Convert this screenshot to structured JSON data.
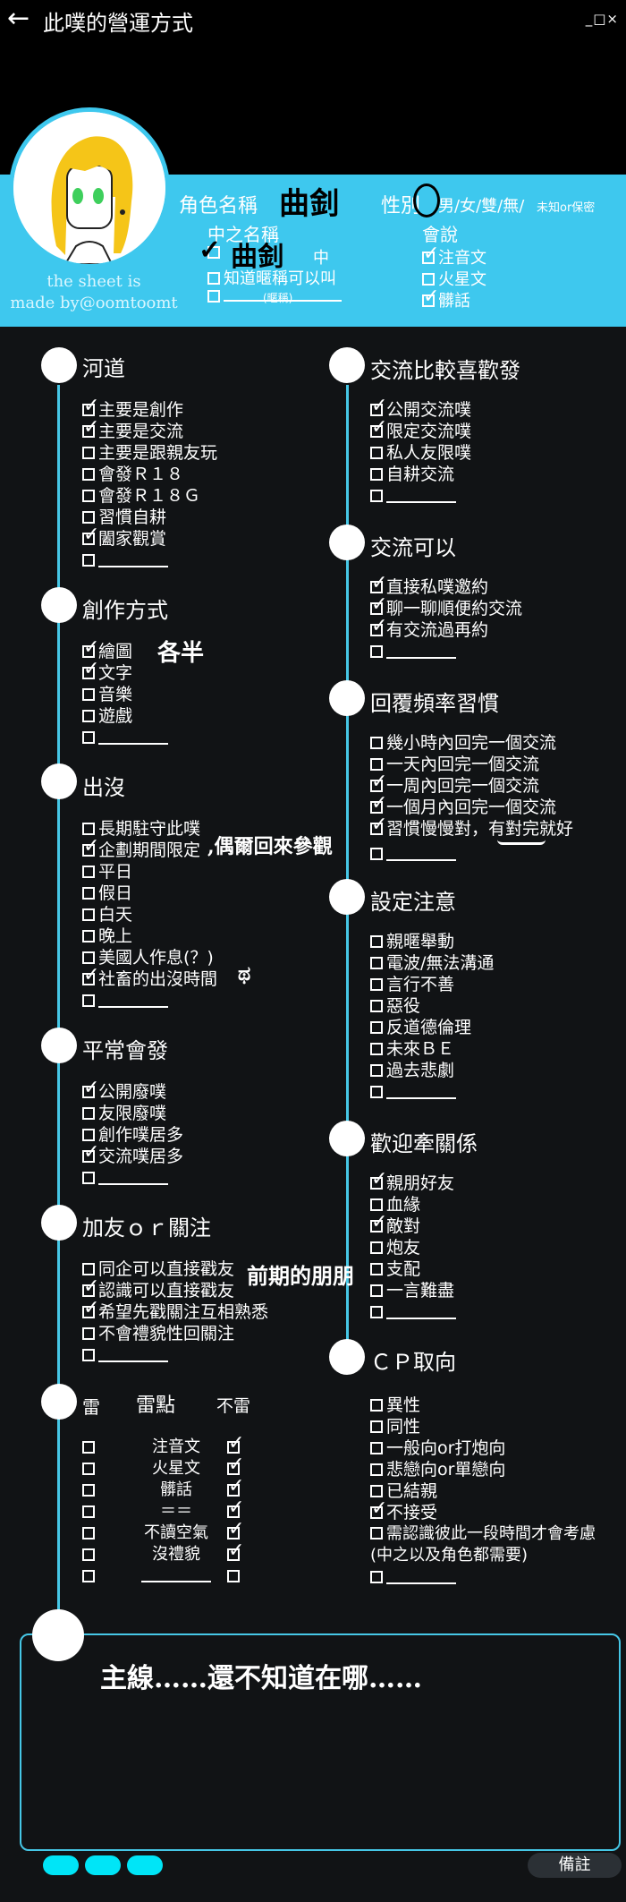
{
  "header": {
    "back_icon": "←",
    "title": "此噗的營運方式",
    "window_controls": "_□×"
  },
  "profile": {
    "credit_line1": "the sheet is",
    "credit_line2": "made by@oomtoomt",
    "char_name_label": "角色名稱",
    "char_name_value": "曲釗",
    "gender_label": "性別",
    "gender_options": "男/女/雙/無/",
    "gender_extra": "未知or保密",
    "zh_name_label": "中之名稱",
    "zh_name_value": "曲釗",
    "zh_name_mid": "中",
    "nickname_option": "知道暱稱可以叫",
    "nickname_hint": "(暱稱)",
    "language_label": "會說",
    "languages": [
      {
        "label": "注音文",
        "checked": true
      },
      {
        "label": "火星文",
        "checked": false
      },
      {
        "label": "髒話",
        "checked": true
      }
    ]
  },
  "left": {
    "river": {
      "title": "河道",
      "items": [
        {
          "label": "主要是創作",
          "checked": true
        },
        {
          "label": "主要是交流",
          "checked": true
        },
        {
          "label": "主要是跟親友玩",
          "checked": false
        },
        {
          "label": "會發Ｒ１８",
          "checked": false
        },
        {
          "label": "會發Ｒ１８Ｇ",
          "checked": false
        },
        {
          "label": "習慣自耕",
          "checked": false
        },
        {
          "label": "闔家觀賞",
          "checked": true
        }
      ]
    },
    "create": {
      "title": "創作方式",
      "items": [
        {
          "label": "繪圖",
          "checked": true
        },
        {
          "label": "文字",
          "checked": true
        },
        {
          "label": "音樂",
          "checked": false
        },
        {
          "label": "遊戲",
          "checked": false
        }
      ],
      "note": "各半"
    },
    "appear": {
      "title": "出沒",
      "items": [
        {
          "label": "長期駐守此噗",
          "checked": false
        },
        {
          "label": "企劃期間限定",
          "checked": true
        },
        {
          "label": "平日",
          "checked": false
        },
        {
          "label": "假日",
          "checked": false
        },
        {
          "label": "白天",
          "checked": false
        },
        {
          "label": "晚上",
          "checked": false
        },
        {
          "label": "美國人作息(？)",
          "checked": false
        },
        {
          "label": "社畜的出沒時間",
          "checked": true
        }
      ],
      "note1": ",偶爾回來參觀",
      "note2": "ಥ"
    },
    "usual": {
      "title": "平常會發",
      "items": [
        {
          "label": "公開廢噗",
          "checked": true
        },
        {
          "label": "友限廢噗",
          "checked": false
        },
        {
          "label": "創作噗居多",
          "checked": false
        },
        {
          "label": "交流噗居多",
          "checked": true
        }
      ]
    },
    "friend": {
      "title": "加友ｏｒ關注",
      "items": [
        {
          "label": "同企可以直接戳友",
          "checked": false
        },
        {
          "label": "認識可以直接戳友",
          "checked": true
        },
        {
          "label": "希望先戳關注互相熟悉",
          "checked": true
        },
        {
          "label": "不會禮貌性回關注",
          "checked": false
        }
      ],
      "note": "前期的朋朋"
    },
    "mines": {
      "title": "雷",
      "center_title": "雷點",
      "right_title": "不雷",
      "rows": [
        {
          "label": "注音文",
          "not_mine": true
        },
        {
          "label": "火星文",
          "not_mine": true
        },
        {
          "label": "髒話",
          "not_mine": true
        },
        {
          "label": "＝＝",
          "not_mine": true
        },
        {
          "label": "不讀空氣",
          "not_mine": true
        },
        {
          "label": "沒禮貌",
          "not_mine": true
        }
      ]
    }
  },
  "right": {
    "exchange_type": {
      "title": "交流比較喜歡發",
      "items": [
        {
          "label": "公開交流噗",
          "checked": true
        },
        {
          "label": "限定交流噗",
          "checked": true
        },
        {
          "label": "私人友限噗",
          "checked": false
        },
        {
          "label": "自耕交流",
          "checked": false
        }
      ]
    },
    "exchange_ok": {
      "title": "交流可以",
      "items": [
        {
          "label": "直接私噗邀約",
          "checked": true
        },
        {
          "label": "聊一聊順便約交流",
          "checked": true
        },
        {
          "label": "有交流過再約",
          "checked": true
        }
      ]
    },
    "reply": {
      "title": "回覆頻率習慣",
      "items": [
        {
          "label": "幾小時內回完一個交流",
          "checked": false
        },
        {
          "label": "一天內回完一個交流",
          "checked": false
        },
        {
          "label": "一周內回完一個交流",
          "checked": true
        },
        {
          "label": "一個月內回完一個交流",
          "checked": true
        },
        {
          "label": "習慣慢慢對，有對完就好",
          "checked": true
        }
      ]
    },
    "setting": {
      "title": "設定注意",
      "items": [
        {
          "label": "親暱舉動",
          "checked": false
        },
        {
          "label": "電波/無法溝通",
          "checked": false
        },
        {
          "label": "言行不善",
          "checked": false
        },
        {
          "label": "惡役",
          "checked": false
        },
        {
          "label": "反道德倫理",
          "checked": false
        },
        {
          "label": "未來ＢＥ",
          "checked": false
        },
        {
          "label": "過去悲劇",
          "checked": false
        }
      ]
    },
    "relation": {
      "title": "歡迎牽關係",
      "items": [
        {
          "label": "親朋好友",
          "checked": true
        },
        {
          "label": "血緣",
          "checked": false
        },
        {
          "label": "敵對",
          "checked": true
        },
        {
          "label": "炮友",
          "checked": false
        },
        {
          "label": "支配",
          "checked": false
        },
        {
          "label": "一言難盡",
          "checked": false
        }
      ]
    },
    "cp": {
      "title": "ＣＰ取向",
      "items": [
        {
          "label": "異性",
          "checked": false
        },
        {
          "label": "同性",
          "checked": false
        },
        {
          "label": "一般向or打炮向",
          "checked": false
        },
        {
          "label": "悲戀向or單戀向",
          "checked": false
        },
        {
          "label": "已結親",
          "checked": false
        },
        {
          "label": "不接受",
          "checked": true
        },
        {
          "label": "需認識彼此一段時間才會考慮",
          "checked": false
        }
      ],
      "extra": "(中之以及角色都需要)"
    }
  },
  "notes": {
    "text": "主線……還不知道在哪……",
    "remark_label": "備註"
  },
  "colors": {
    "accent": "#3ec8ee",
    "line": "#46c7e6",
    "panel": "#111315",
    "pill": "#00e5f7"
  }
}
